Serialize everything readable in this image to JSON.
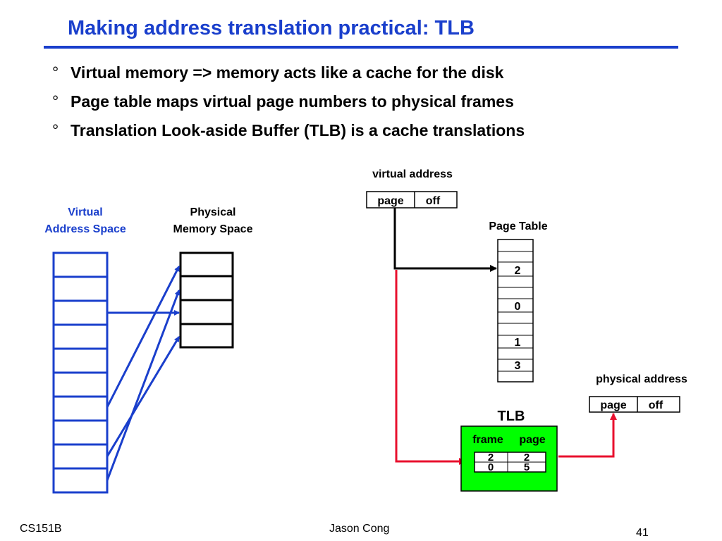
{
  "slide": {
    "title": "Making address translation practical: TLB",
    "bullets": [
      "Virtual memory => memory acts like a cache for the disk",
      "Page table maps virtual page numbers to physical frames",
      "Translation Look-aside Buffer (TLB)  is a cache translations"
    ],
    "bullet_marker": "°"
  },
  "diagram": {
    "virtual_space_label_1": "Virtual",
    "virtual_space_label_2": "Address Space",
    "physical_space_label_1": "Physical",
    "physical_space_label_2": "Memory Space",
    "virtual_address_label": "virtual address",
    "va_page": "page",
    "va_off": "off",
    "page_table_label": "Page Table",
    "page_table_entries": [
      "2",
      "0",
      "1",
      "3"
    ],
    "physical_address_label": "physical address",
    "pa_page": "page",
    "pa_off": "off",
    "tlb_label": "TLB",
    "tlb_col_frame": "frame",
    "tlb_col_page": "page",
    "tlb_rows": [
      {
        "frame": "2",
        "page": "2"
      },
      {
        "frame": "0",
        "page": "5"
      }
    ],
    "colors": {
      "blue": "#1a3fcc",
      "red": "#e8102e",
      "green": "#00ff00",
      "black": "#000000"
    }
  },
  "footer": {
    "course": "CS151B",
    "author": "Jason Cong",
    "page_number": "41"
  }
}
